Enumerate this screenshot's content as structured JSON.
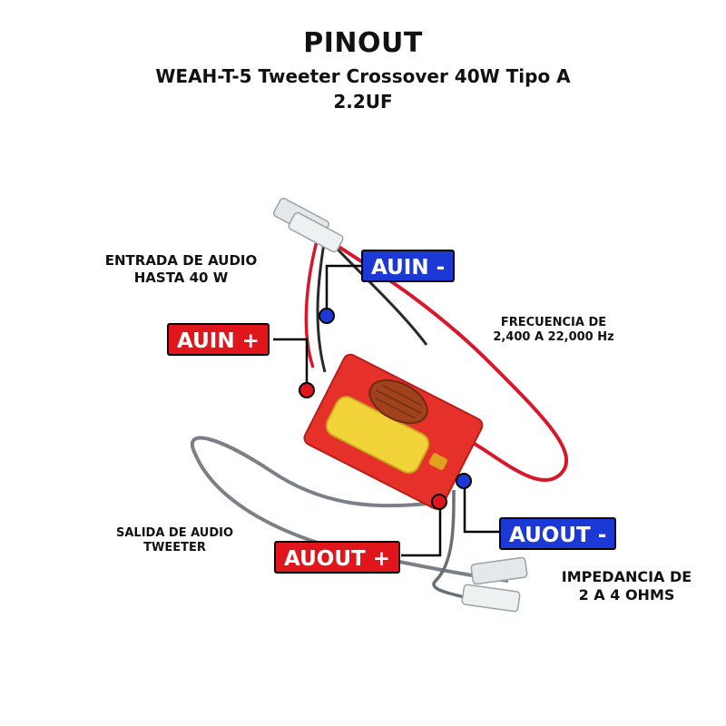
{
  "header": {
    "title": "PINOUT",
    "subtitle_line1": "WEAH-T-5 Tweeter Crossover 40W Tipo A",
    "subtitle_line2": "2.2UF"
  },
  "notes": {
    "input_line1": "ENTRADA DE AUDIO",
    "input_line2": "HASTA 40 W",
    "frequency_line1": "FRECUENCIA DE",
    "frequency_line2": "2,400 A 22,000 Hz",
    "output_line1": "SALIDA DE AUDIO",
    "output_line2": "TWEETER",
    "impedance_line1": "IMPEDANCIA DE",
    "impedance_line2": "2 A 4 OHMS"
  },
  "pins": {
    "auin_minus": "AUIN -",
    "auin_plus": "AUIN +",
    "auout_minus": "AUOUT -",
    "auout_plus": "AUOUT +"
  },
  "colors": {
    "positive": "#e0161c",
    "negative": "#1c39d6",
    "pcb": "#e6302a",
    "capacitor": "#f2d43a",
    "coil": "#a0421c",
    "wire_red": "#d8182a",
    "wire_gray": "#7b8088"
  }
}
